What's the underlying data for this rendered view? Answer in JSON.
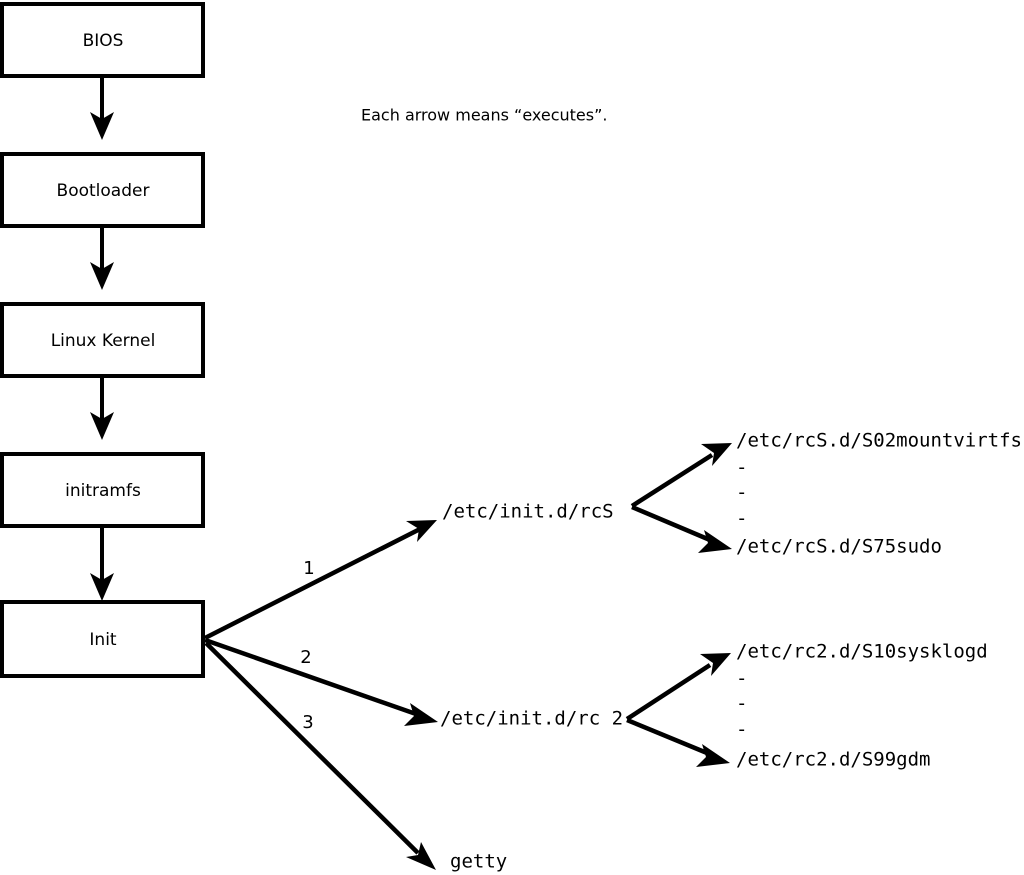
{
  "caption": {
    "text": "Each arrow means “executes”."
  },
  "colors": {
    "stroke": "#000000",
    "fill": "#ffffff",
    "background": "#ffffff"
  },
  "boot_chain": {
    "nodes": [
      {
        "id": "bios",
        "label": "BIOS"
      },
      {
        "id": "bootloader",
        "label": "Bootloader"
      },
      {
        "id": "kernel",
        "label": "Linux Kernel"
      },
      {
        "id": "initramfs",
        "label": "initramfs"
      },
      {
        "id": "init",
        "label": "Init"
      }
    ]
  },
  "init_branches": [
    {
      "number": "1",
      "target": "/etc/init.d/rcS"
    },
    {
      "number": "2",
      "target": "/etc/init.d/rc 2"
    },
    {
      "number": "3",
      "target": "getty"
    }
  ],
  "rcs_scripts": {
    "first": "/etc/rcS.d/S02mountvirtfs",
    "ellipsis": [
      "-",
      "-",
      "-"
    ],
    "last": "/etc/rcS.d/S75sudo"
  },
  "rc2_scripts": {
    "first": "/etc/rc2.d/S10sysklogd",
    "ellipsis": [
      "-",
      "-",
      "-"
    ],
    "last": "/etc/rc2.d/S99gdm"
  }
}
